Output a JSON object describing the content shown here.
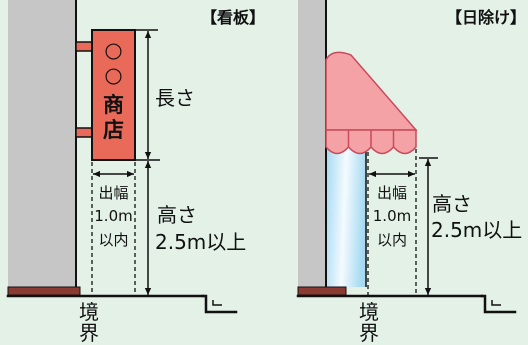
{
  "colors": {
    "background": "#e3f1e7",
    "wall": "#c6c6c6",
    "base": "#8a3b32",
    "sign": "#ea6a5a",
    "awning": "#f4a2a6",
    "awning_outline": "#c94a5a",
    "glass": "#a6daf2",
    "ink": "#111111"
  },
  "sign_panel": {
    "title": "【看板】",
    "sign_text": [
      "○",
      "○",
      "商",
      "店"
    ],
    "length_label": "長さ",
    "projection_label": [
      "出幅",
      "1.0m",
      "以内"
    ],
    "height_label": [
      "高さ",
      "2.5m以上"
    ],
    "boundary_label": [
      "境",
      "界"
    ]
  },
  "awning_panel": {
    "title": "【日除け】",
    "projection_label": [
      "出幅",
      "1.0m",
      "以内"
    ],
    "height_label": [
      "高さ",
      "2.5m以上"
    ],
    "boundary_label": [
      "境",
      "界"
    ]
  }
}
